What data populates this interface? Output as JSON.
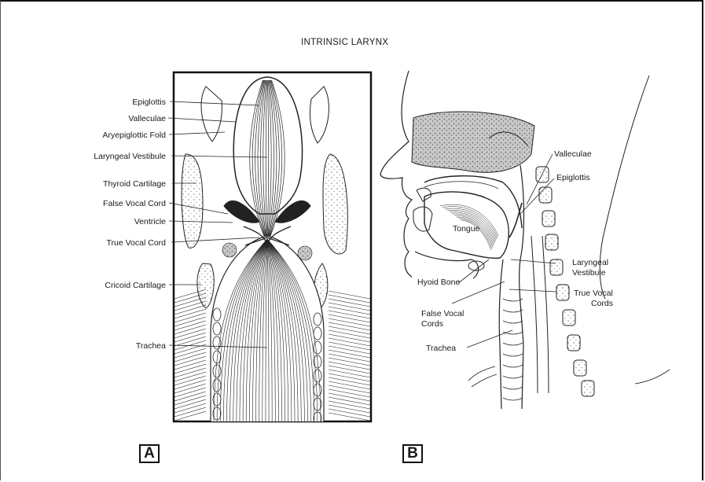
{
  "title": "INTRINSIC LARYNX",
  "panel_a": {
    "letter": "A",
    "labels": {
      "epiglottis": "Epiglottis",
      "valleculae": "Valleculae",
      "aryepiglottic_fold": "Aryepiglottic Fold",
      "laryngeal_vestibule": "Laryngeal Vestibule",
      "thyroid_cartilage": "Thyroid Cartilage",
      "false_vocal_cord": "False Vocal Cord",
      "ventricle": "Ventricle",
      "true_vocal_cord": "True Vocal Cord",
      "cricoid_cartilage": "Cricoid Cartilage",
      "trachea": "Trachea"
    }
  },
  "panel_b": {
    "letter": "B",
    "labels": {
      "valleculae": "Valleculae",
      "epiglottis": "Epiglottis",
      "tongue": "Tongue",
      "laryngeal_vestibule_1": "Laryngeal",
      "laryngeal_vestibule_2": "Vestibule",
      "hyoid_bone": "Hyoid Bone",
      "true_vocal_cords_1": "True Vocal",
      "true_vocal_cords_2": "Cords",
      "false_vocal_cords_1": "False Vocal",
      "false_vocal_cords_2": "Cords",
      "trachea": "Trachea"
    }
  }
}
